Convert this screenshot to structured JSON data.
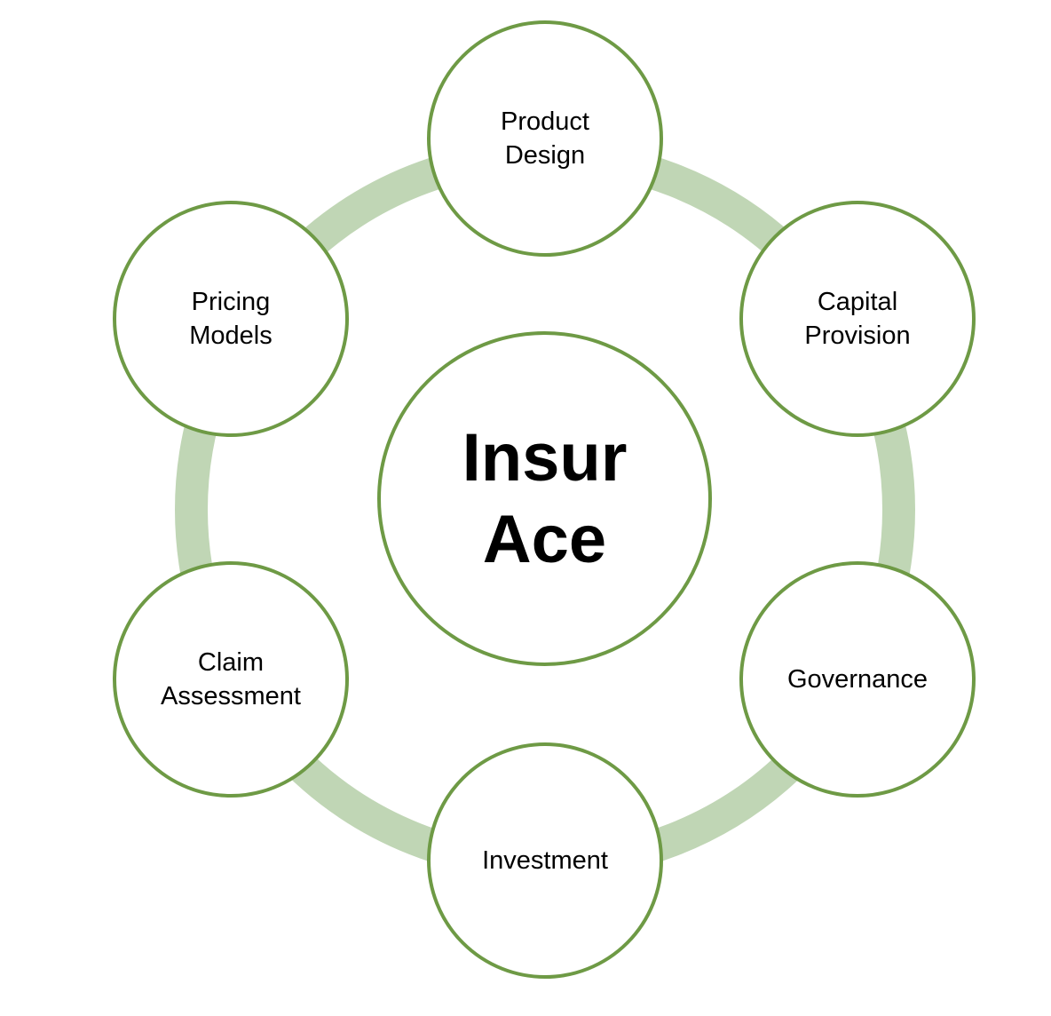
{
  "diagram": {
    "center": {
      "label": "Insur\nAce"
    },
    "nodes": [
      {
        "id": "product-design",
        "label": "Product\nDesign"
      },
      {
        "id": "capital-provision",
        "label": "Capital\nProvision"
      },
      {
        "id": "governance",
        "label": "Governance"
      },
      {
        "id": "investment",
        "label": "Investment"
      },
      {
        "id": "claim-assessment",
        "label": "Claim\nAssessment"
      },
      {
        "id": "pricing-models",
        "label": "Pricing\nModels"
      }
    ],
    "colors": {
      "ring": "#c0d6b5",
      "node_border": "#6e9a45",
      "node_fill": "#ffffff",
      "text": "#000000"
    }
  }
}
